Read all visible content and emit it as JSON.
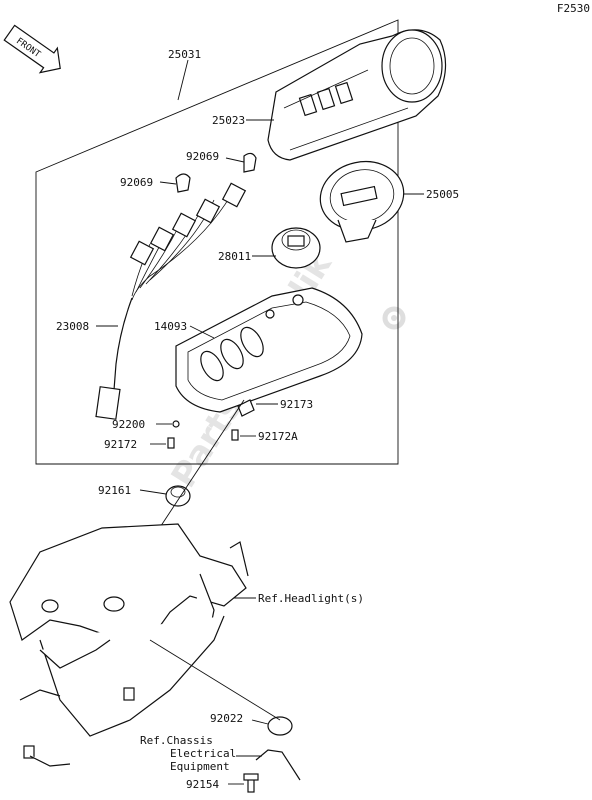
{
  "diagram_code": "F2530",
  "front_label": "FRONT",
  "watermark": "PartsRepublik",
  "labels": {
    "p25031": "25031",
    "p25023": "25023",
    "p92069_upper": "92069",
    "p92069_lower": "92069",
    "p25005": "25005",
    "p28011": "28011",
    "p23008": "23008",
    "p14093": "14093",
    "p92173": "92173",
    "p92200": "92200",
    "p92172a": "92172A",
    "p92172": "92172",
    "p92161": "92161",
    "ref_headlight": "Ref.Headlight(s)",
    "p92022": "92022",
    "ref_chassis_1": "Ref.Chassis",
    "ref_chassis_2": "Electrical",
    "ref_chassis_3": "Equipment",
    "p92154": "92154"
  }
}
